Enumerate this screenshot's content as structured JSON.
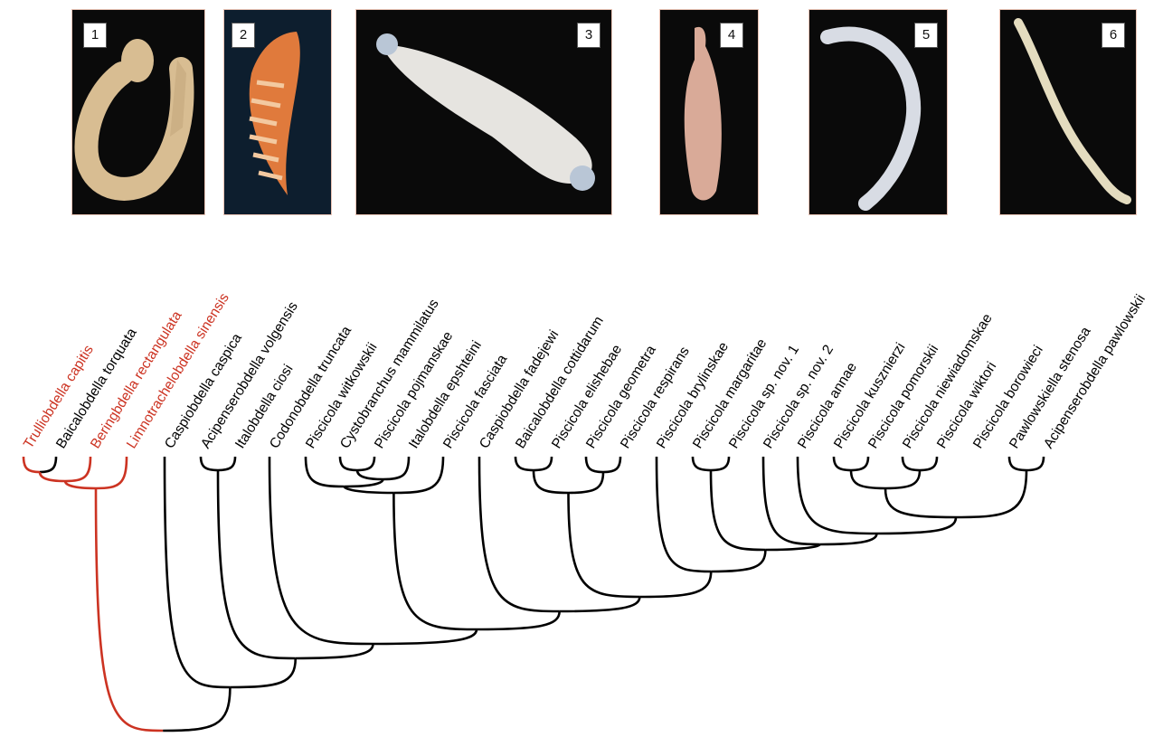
{
  "photos": [
    {
      "number": "1",
      "icon": "leech-photo-coiled"
    },
    {
      "number": "2",
      "icon": "leech-photo-orange-segmented"
    },
    {
      "number": "3",
      "icon": "leech-photo-white-broad"
    },
    {
      "number": "4",
      "icon": "leech-photo-pink-oval"
    },
    {
      "number": "5",
      "icon": "leech-photo-translucent-curved"
    },
    {
      "number": "6",
      "icon": "leech-photo-slender-cream"
    }
  ],
  "colors": {
    "outgroup": "#cc3322",
    "ingroup": "#000000",
    "photo_background": "#0a0a0a",
    "photo_border": "#e8c2b4"
  },
  "taxa": [
    {
      "label": "Trulliobdella capitis",
      "group": "outgroup"
    },
    {
      "label": "Baicalobdella torquata",
      "group": "ingroup"
    },
    {
      "label": "Beringbdella rectangulata",
      "group": "outgroup"
    },
    {
      "label": "Limnotrachelobdella sinensis",
      "group": "outgroup"
    },
    {
      "label": "Caspiobdella caspica",
      "group": "ingroup"
    },
    {
      "label": "Acipenserobdella volgensis",
      "group": "ingroup"
    },
    {
      "label": "Italobdella ciosi",
      "group": "ingroup"
    },
    {
      "label": "Codonobdella truncata",
      "group": "ingroup"
    },
    {
      "label": "Piscicola witkowskii",
      "group": "ingroup"
    },
    {
      "label": "Cystobranchus mammilatus",
      "group": "ingroup"
    },
    {
      "label": "Piscicola pojmanskae",
      "group": "ingroup"
    },
    {
      "label": "Italobdella epshteini",
      "group": "ingroup"
    },
    {
      "label": "Piscicola fasciata",
      "group": "ingroup"
    },
    {
      "label": "Caspiobdella fadejewi",
      "group": "ingroup"
    },
    {
      "label": "Baicalobdella cottidarum",
      "group": "ingroup"
    },
    {
      "label": "Piscicola elishebae",
      "group": "ingroup"
    },
    {
      "label": "Piscicola geometra",
      "group": "ingroup"
    },
    {
      "label": "Piscicola respirans",
      "group": "ingroup"
    },
    {
      "label": "Piscicola brylinskae",
      "group": "ingroup"
    },
    {
      "label": "Piscicola margaritae",
      "group": "ingroup"
    },
    {
      "label": "Piscicola sp. nov. 1",
      "group": "ingroup"
    },
    {
      "label": "Piscicola sp. nov. 2",
      "group": "ingroup"
    },
    {
      "label": "Piscicola annae",
      "group": "ingroup"
    },
    {
      "label": "Piscicola kusznierzi",
      "group": "ingroup"
    },
    {
      "label": "Piscicola pomorskii",
      "group": "ingroup"
    },
    {
      "label": "Piscicola niewiadomskae",
      "group": "ingroup"
    },
    {
      "label": "Piscicola wiktori",
      "group": "ingroup"
    },
    {
      "label": "Piscicola borowieci",
      "group": "ingroup"
    },
    {
      "label": "Pawlowskiella stenosa",
      "group": "ingroup"
    },
    {
      "label": "Acipenserobdella pawlowskii",
      "group": "ingroup"
    }
  ]
}
